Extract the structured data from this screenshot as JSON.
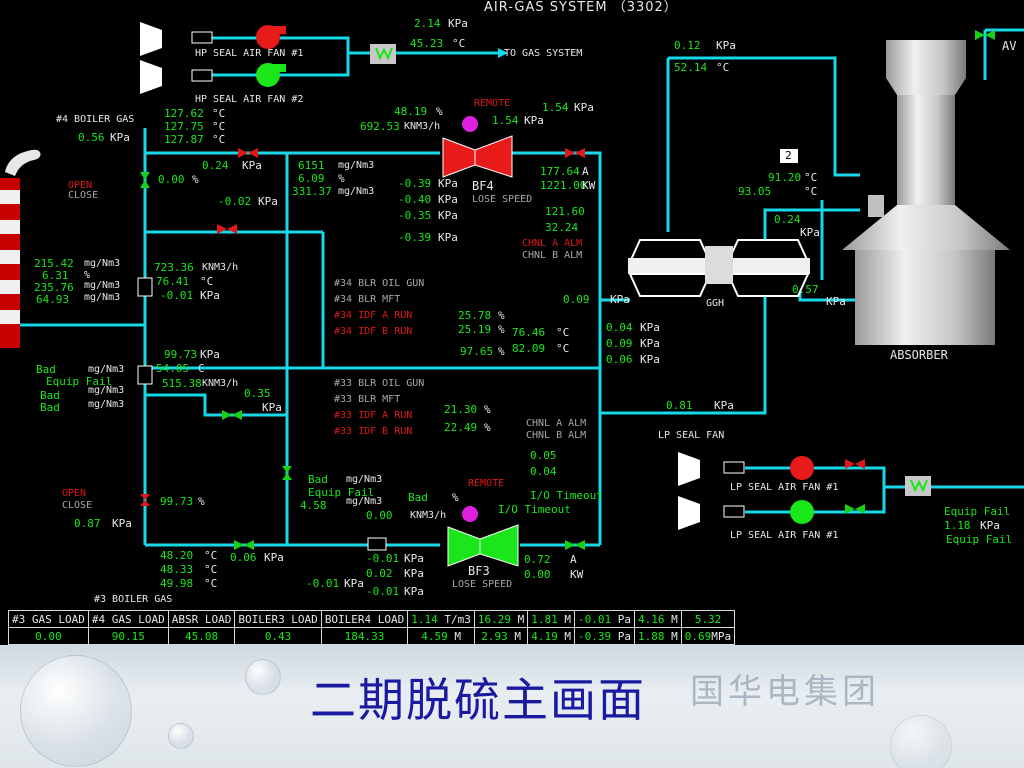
{
  "header": {
    "title": "AIR-GAS SYSTEM （3302）"
  },
  "top": {
    "hp_fan1": "HP SEAL AIR FAN #1",
    "hp_fan2": "HP SEAL AIR FAN #2",
    "hp_press": "2.14",
    "hp_temp": "45.23",
    "to_gas": "TO GAS SYSTEM"
  },
  "units": {
    "kpa": "KPa",
    "degc": "°C",
    "c": "C",
    "pct": "%",
    "mgnm3": "mg/Nm3",
    "knm3h": "KNM3/h",
    "pa": "Pa",
    "m": "M",
    "a": "A",
    "kw": "KW",
    "tm3": "T/m3",
    "mpa": "MPa"
  },
  "boiler4": {
    "label": "#4 BOILER GAS",
    "press": "0.56",
    "t1": "127.62",
    "t2": "127.75",
    "t3": "127.87",
    "valve_press": "0.24",
    "damper_pct": "0.00",
    "open": "OPEN",
    "close": "CLOSE",
    "dp": "-0.02"
  },
  "inlet": {
    "v1": "215.42",
    "v2": "6.31",
    "v3": "235.76",
    "v4": "64.93",
    "flow": "723.36",
    "temp": "76.41",
    "press": "-0.01"
  },
  "bf4": {
    "remote": "REMOTE",
    "name": "BF4",
    "lose": "LOSE SPEED",
    "pct": "48.19",
    "flow": "692.53",
    "press": "1.54",
    "so2": "6151",
    "o2": "6.09",
    "dust": "331.37",
    "p1": "-0.39",
    "p2": "-0.40",
    "p3": "-0.35",
    "p4": "-0.39",
    "a1": "177.64",
    "kw1": "1221.00",
    "x1": "121.60",
    "x2": "32.24",
    "outlet_press": "1.54",
    "chnl_a": "CHNL A ALM",
    "chnl_b": "CHNL B ALM"
  },
  "ggh": {
    "label": "GGH",
    "press_in": "0.09",
    "p1": "0.04",
    "p2": "0.09",
    "p3": "0.06",
    "press2": "0.57"
  },
  "absorber": {
    "label": "ABSORBER",
    "box": "2",
    "t1": "91.20",
    "t2": "93.05",
    "press": "0.24",
    "outlet_press": "0.12",
    "outlet_temp": "52.14",
    "av": "AV"
  },
  "oilgun": {
    "blr34_oil": "#34 BLR OIL GUN",
    "blr34_mft": "#34 BLR MFT",
    "idf34a": "#34 IDF A RUN",
    "idf34b": "#34 IDF B RUN",
    "v34a": "25.78",
    "v34b": "25.19",
    "t34a": "76.46",
    "t34b": "82.09",
    "p34": "97.65",
    "blr33_oil": "#33 BLR OIL GUN",
    "blr33_mft": "#33 BLR MFT",
    "idf33a": "#33 IDF A RUN",
    "idf33b": "#33 IDF B RUN",
    "v33a": "21.30",
    "v33b": "22.49"
  },
  "mid": {
    "bad1": "Bad",
    "equip": "Equip Fail",
    "bad2": "Bad",
    "bad3": "Bad",
    "v1": "99.73",
    "v2": "54.05",
    "v3": "515.38",
    "p1": "0.35",
    "bad4": "Bad",
    "equip2": "Equip Fail",
    "p2": "4.58"
  },
  "boiler3": {
    "label": "#3 BOILER GAS",
    "open": "OPEN",
    "close": "CLOSE",
    "pct": "99.73",
    "press": "0.87",
    "t1": "48.20",
    "t2": "48.33",
    "t3": "49.98",
    "valve_press": "0.06",
    "dp": "-0.01"
  },
  "bf3": {
    "remote": "REMOTE",
    "name": "BF3",
    "lose": "LOSE SPEED",
    "bad": "Bad",
    "flow": "0.00",
    "p1": "-0.01",
    "p2": "0.02",
    "p3": "-0.01",
    "io1": "I/O Timeout",
    "io2": "I/O Timeout",
    "a": "0.72",
    "kw": "0.00",
    "v1": "0.05",
    "v2": "0.04",
    "chnl_a": "CHNL A ALM",
    "chnl_b": "CHNL B ALM",
    "p_line": "0.81"
  },
  "lp": {
    "label": "LP SEAL FAN",
    "fan1": "LP SEAL AIR FAN #1",
    "fan2": "LP SEAL AIR FAN #1",
    "equip1": "Equip Fail",
    "press": "1.18",
    "equip2": "Equip Fail"
  },
  "table": {
    "headers": [
      "#3 GAS LOAD",
      "#4 GAS LOAD",
      "ABSR LOAD",
      "BOILER3 LOAD",
      "BOILER4 LOAD",
      "1.14",
      "16.29",
      "1.81",
      "-0.01",
      "4.16",
      "5.32"
    ],
    "values": [
      "0.00",
      "90.15",
      "45.08",
      "0.43",
      "184.33",
      "4.59",
      "2.93",
      "4.19",
      "-0.39",
      "1.88",
      "0.69"
    ]
  },
  "footer": {
    "title": "二期脱硫主画面",
    "company": "国华电集团"
  },
  "colors": {
    "pipe": "#16d8e8",
    "fan_red": "#e81a1a",
    "fan_green": "#1ae61a",
    "valve_red": "#e01818",
    "valve_green": "#18d018",
    "motor": "#e020e0"
  }
}
